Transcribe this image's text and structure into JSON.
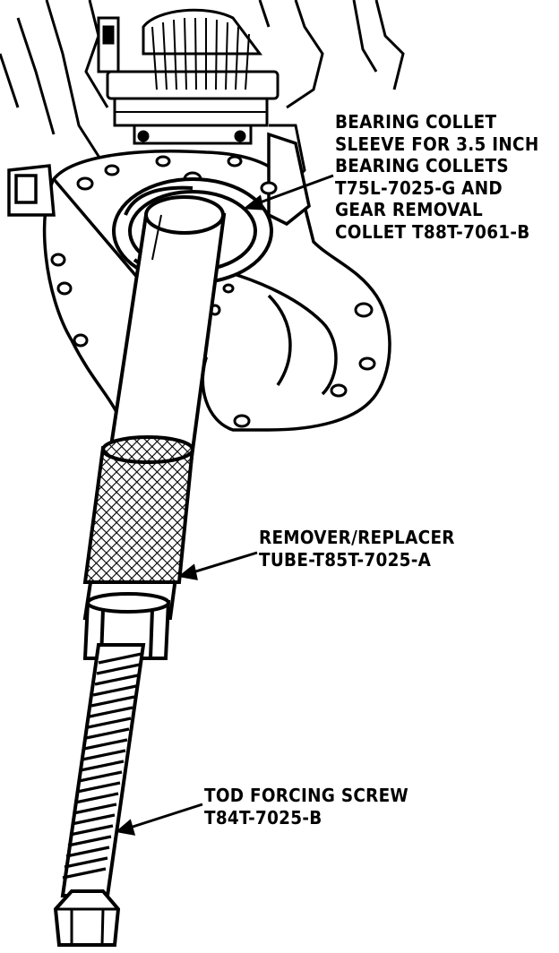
{
  "diagram": {
    "colors": {
      "ink": "#000000",
      "paper": "#ffffff"
    },
    "labels": {
      "collet_sleeve": [
        "BEARING COLLET",
        "SLEEVE FOR 3.5 INCH",
        "BEARING COLLETS",
        "T75L-7025-G AND",
        "GEAR REMOVAL",
        "COLLET T88T-7061-B"
      ],
      "remover_tube": [
        "REMOVER/REPLACER",
        "TUBE-T85T-7025-A"
      ],
      "forcing_screw": [
        "TOD FORCING SCREW",
        "T84T-7025-B"
      ]
    }
  }
}
